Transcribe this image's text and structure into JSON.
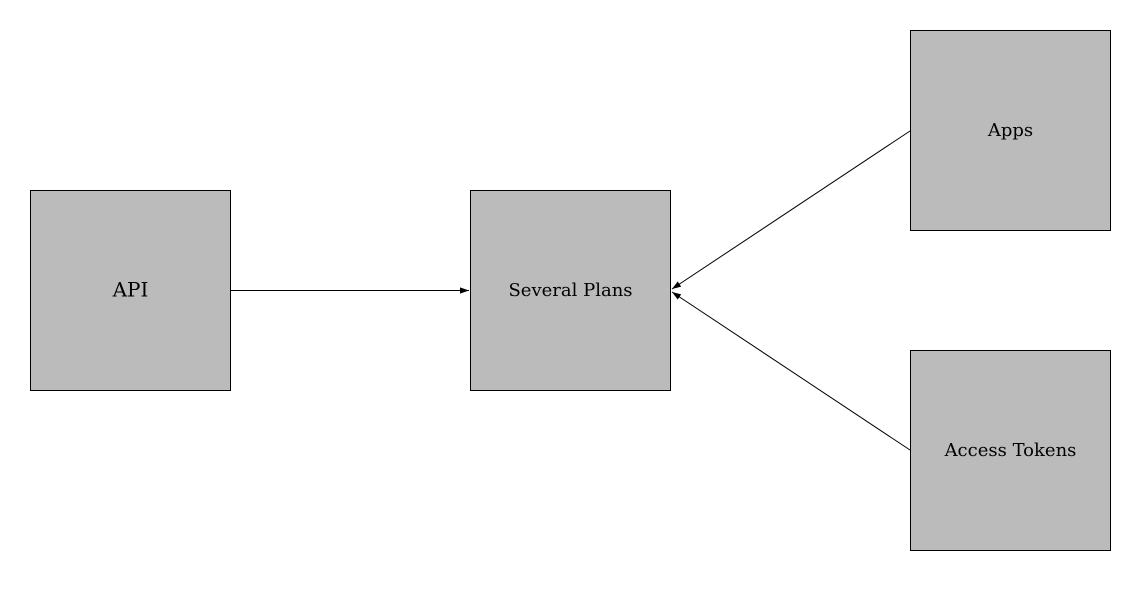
{
  "diagram": {
    "type": "flowchart",
    "nodes": [
      {
        "id": "api",
        "label": "API"
      },
      {
        "id": "plans",
        "label": "Several Plans"
      },
      {
        "id": "apps",
        "label": "Apps"
      },
      {
        "id": "tokens",
        "label": "Access Tokens"
      }
    ],
    "edges": [
      {
        "from": "api",
        "to": "plans"
      },
      {
        "from": "apps",
        "to": "plans"
      },
      {
        "from": "tokens",
        "to": "plans"
      }
    ],
    "colors": {
      "node_fill": "#bbbbbb",
      "stroke": "#000000",
      "background": "#ffffff"
    }
  }
}
